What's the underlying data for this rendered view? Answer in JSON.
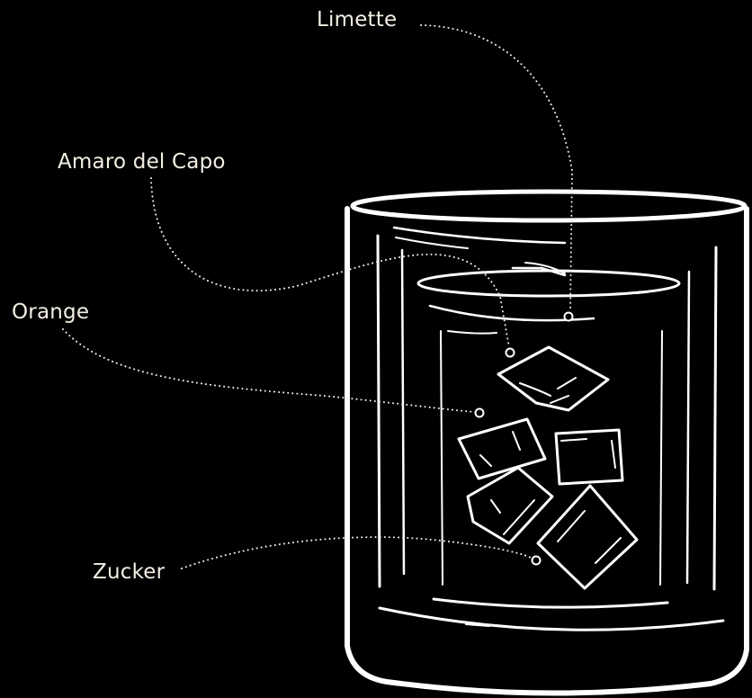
{
  "ingredients": [
    {
      "id": "limette",
      "label": "Limette"
    },
    {
      "id": "amaro",
      "label": "Amaro del Capo"
    },
    {
      "id": "orange",
      "label": "Orange"
    },
    {
      "id": "zucker",
      "label": "Zucker"
    }
  ],
  "colors": {
    "background": "#000000",
    "line_art": "#ffffff",
    "label_text": "#f3efe4"
  }
}
